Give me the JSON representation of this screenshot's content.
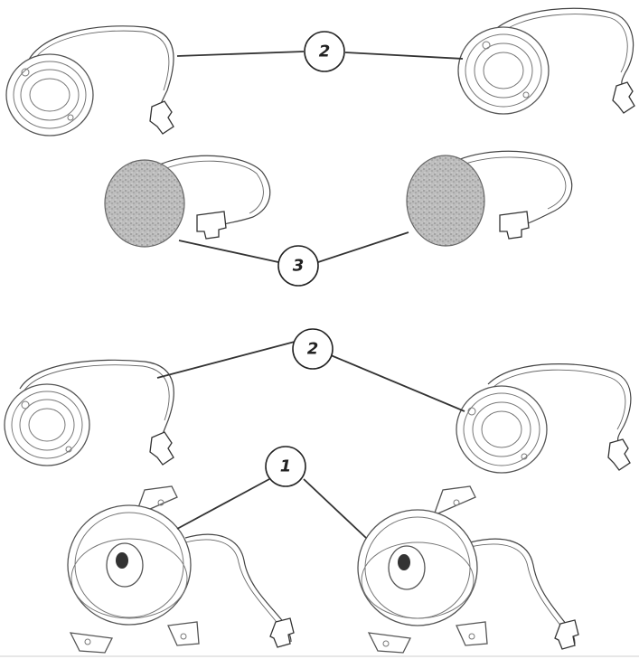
{
  "callouts": {
    "top_tweeter": "2",
    "midrange": "3",
    "lower_tweeter": "2",
    "woofer": "1"
  },
  "components": {
    "tweeter_pair_top": "speaker-pair",
    "midrange_pair": "speaker-pair",
    "tweeter_pair_lower": "speaker-pair",
    "woofer_pair": "speaker-pair"
  }
}
